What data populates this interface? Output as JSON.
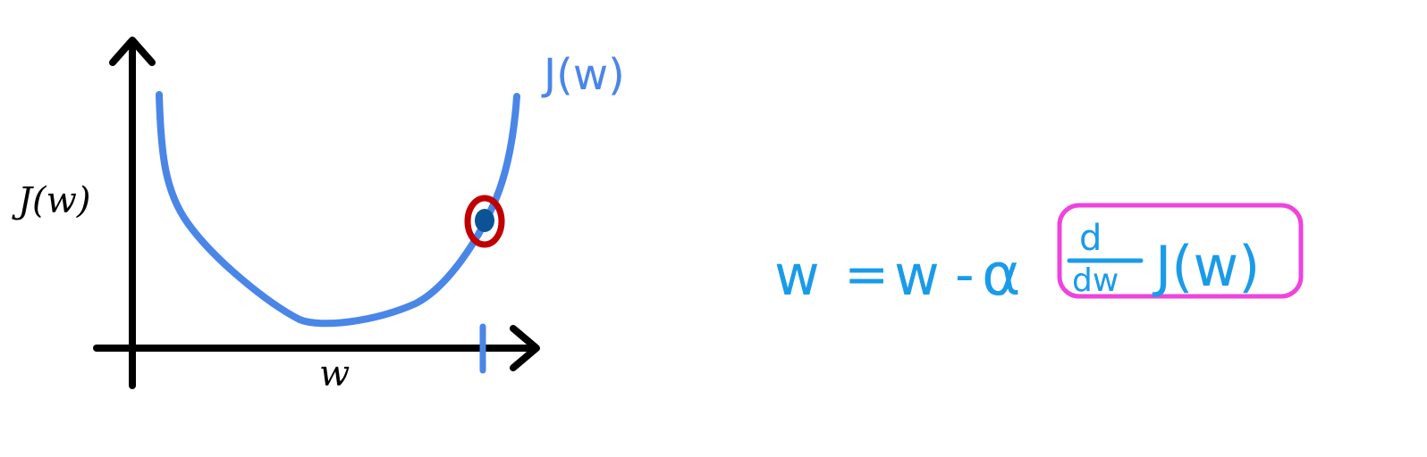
{
  "axes": {
    "y_label": "J(w)",
    "x_label": "w"
  },
  "curve": {
    "label": "J(w)"
  },
  "formula": {
    "lhs": "w",
    "equals": "=",
    "w_term": "w",
    "minus": "-",
    "alpha": "α",
    "deriv_numerator": "d",
    "deriv_denominator": "dw",
    "function": "J(w)"
  },
  "colors": {
    "axis": "#000000",
    "curve": "#4a86e8",
    "point": "#0b5394",
    "highlight_circle": "#c00000",
    "formula": "#1a9bea",
    "highlight_box": "#ee44dd"
  }
}
